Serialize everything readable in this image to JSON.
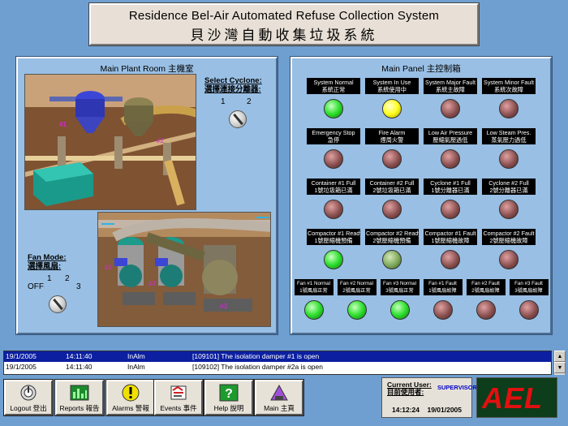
{
  "title": {
    "en": "Residence Bel-Air Automated Refuse Collection System",
    "zh": "貝沙灣自動收集垃圾系統"
  },
  "plant_room": {
    "title": "Main Plant Room 主機室",
    "cyclone_select_label_en": "Select Cyclone:",
    "cyclone_select_label_zh": "選擇連接分離器:",
    "cyclone_pos_1": "1",
    "cyclone_pos_2": "2",
    "scene_tags": [
      "#1",
      "#2"
    ],
    "fan_mode_label_en": "Fan Mode:",
    "fan_mode_label_zh": "選擇風扇:",
    "fan_pos_off": "OFF",
    "fan_pos_1": "1",
    "fan_pos_2": "2",
    "fan_pos_3": "3",
    "fan_tags": [
      "#1",
      "#2",
      "#3"
    ]
  },
  "main_panel": {
    "title": "Main Panel 主控制箱",
    "lamps": [
      {
        "label_en": "System Normal",
        "label_zh": "系統正常",
        "state": "green"
      },
      {
        "label_en": "System In Use",
        "label_zh": "系統使用中",
        "state": "yellow"
      },
      {
        "label_en": "System Major Fault",
        "label_zh": "系統主故障",
        "state": "off"
      },
      {
        "label_en": "System Minor Fault",
        "label_zh": "系統次故障",
        "state": "off"
      },
      {
        "label_en": "Emergency Stop",
        "label_zh": "急停",
        "state": "off"
      },
      {
        "label_en": "Fire Alarm",
        "label_zh": "煙周火警",
        "state": "off"
      },
      {
        "label_en": "Low Air Pressure",
        "label_zh": "壓縮氣壓過低",
        "state": "off"
      },
      {
        "label_en": "Low Steam Pres.",
        "label_zh": "蒸氣壓力過低",
        "state": "off"
      },
      {
        "label_en": "Container #1 Full",
        "label_zh": "1號垃圾箱已滿",
        "state": "off"
      },
      {
        "label_en": "Container #2 Full",
        "label_zh": "2號垃圾箱已滿",
        "state": "off"
      },
      {
        "label_en": "Cyclone #1 Full",
        "label_zh": "1號分離器已滿",
        "state": "off"
      },
      {
        "label_en": "Cyclone #2 Full",
        "label_zh": "2號分離器已滿",
        "state": "off"
      },
      {
        "label_en": "Compactor #1 Ready",
        "label_zh": "1號壓縮機預備",
        "state": "green"
      },
      {
        "label_en": "Compactor #2 Ready",
        "label_zh": "2號壓縮機預備",
        "state": "dimgreen"
      },
      {
        "label_en": "Compactor #1 Fault",
        "label_zh": "1號壓縮機故障",
        "state": "off"
      },
      {
        "label_en": "Compactor #2 Fault",
        "label_zh": "2號壓縮機故障",
        "state": "off"
      },
      {
        "label_en": "Fan #1 Normal",
        "label_zh": "1號風扇正常",
        "state": "green"
      },
      {
        "label_en": "Fan #2 Normal",
        "label_zh": "2號風扇正常",
        "state": "green"
      },
      {
        "label_en": "Fan #3 Normal",
        "label_zh": "3號風扇正常",
        "state": "green"
      },
      {
        "label_en": "Fan #1 Fault",
        "label_zh": "1號風扇故障",
        "state": "off"
      },
      {
        "label_en": "Fan #2 Fault",
        "label_zh": "2號風扇故障",
        "state": "off"
      },
      {
        "label_en": "Fan #3 Fault",
        "label_zh": "3號風扇故障",
        "state": "off"
      }
    ],
    "colors": {
      "green": "#2ee02e",
      "yellow": "#ffff20",
      "off": "#8a5050",
      "dimgreen": "#7ea85a"
    }
  },
  "event_log": [
    {
      "date": "19/1/2005",
      "time": "14:11:40",
      "type": "InAlm",
      "message": "[109101] The isolation damper #1 is open",
      "selected": true
    },
    {
      "date": "19/1/2005",
      "time": "14:11:40",
      "type": "InAlm",
      "message": "[109102] The isolation damper #2a is open",
      "selected": false
    }
  ],
  "nav": [
    {
      "label": "Logout 登出",
      "icon": "power-icon"
    },
    {
      "label": "Reports 報告",
      "icon": "chart-icon"
    },
    {
      "label": "Alarms 警報",
      "icon": "alarm-icon"
    },
    {
      "label": "Events 事件",
      "icon": "events-icon"
    },
    {
      "label": "Help 說明",
      "icon": "help-icon"
    },
    {
      "label": "Main 主頁",
      "icon": "home-icon"
    }
  ],
  "user": {
    "label_en": "Current User:",
    "label_zh": "目前使用者:",
    "name": "SUPERVISOR",
    "time": "14:12:24",
    "date": "19/01/2005"
  },
  "logo": "AEL"
}
